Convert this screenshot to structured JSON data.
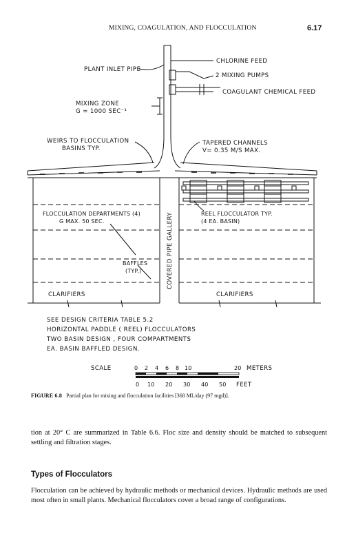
{
  "header": {
    "running_title": "MIXING, COAGULATION, AND FLOCCULATION",
    "page_number": "6.17"
  },
  "figure": {
    "labels": {
      "chlorine_feed": "CHLORINE FEED",
      "plant_inlet_pipe": "PLANT INLET PIPE",
      "mixing_pumps": "2  MIXING PUMPS",
      "coagulant_feed": "COAGULANT CHEMICAL FEED",
      "mixing_zone": "MIXING ZONE",
      "mixing_zone_g": "G = 1000 SEC⁻¹",
      "weirs_line1": "WEIRS TO FLOCCULATION",
      "weirs_line2": "BASINS TYP.",
      "tapered_line1": "TAPERED CHANNELS",
      "tapered_line2": "V= 0.35 M/S  MAX.",
      "flocc_dept_line1": "FLOCCULATION DEPARTMENTS (4)",
      "flocc_dept_line2": "G  MAX.  50  SEC.",
      "reel_line1": "REEL FLOCCULATOR TYP.",
      "reel_line2": "(4  EA. BASIN)",
      "gallery": "COVERED PIPE GALLERY",
      "baffles_line1": "BAFFLES",
      "baffles_line2": "(TYP.)",
      "clarifiers_left": "CLARIFIERS",
      "clarifiers_right": "CLARIFIERS"
    },
    "notes": [
      "SEE DESIGN CRITERIA TABLE 5.2",
      "HORIZONTAL PADDLE ( REEL) FLOCCULATORS",
      "TWO BASIN DESIGN ,  FOUR COMPARTMENTS",
      "EA. BASIN  BAFFLED DESIGN."
    ],
    "scale": {
      "label": "SCALE",
      "meters_ticks": [
        "0",
        "2",
        "4",
        "6",
        "8",
        "10",
        "20"
      ],
      "meters_unit": "METERS",
      "feet_ticks": [
        "0",
        "10",
        "20",
        "30",
        "40",
        "50"
      ],
      "feet_unit": "FEET"
    }
  },
  "caption": {
    "label": "FIGURE 6.8",
    "text": "Partial plan for mixing and flocculation facilities [368 ML/day (97 mgd)]."
  },
  "body": {
    "para1": "tion at 20° C are summarized in Table 6.6. Floc size and density should be matched to subsequent settling and filtration stages.",
    "section_heading": "Types of Flocculators",
    "para2": "Flocculation can be achieved by hydraulic methods or mechanical devices. Hydraulic methods are used most often in small plants. Mechanical flocculators cover a broad range of configurations."
  }
}
